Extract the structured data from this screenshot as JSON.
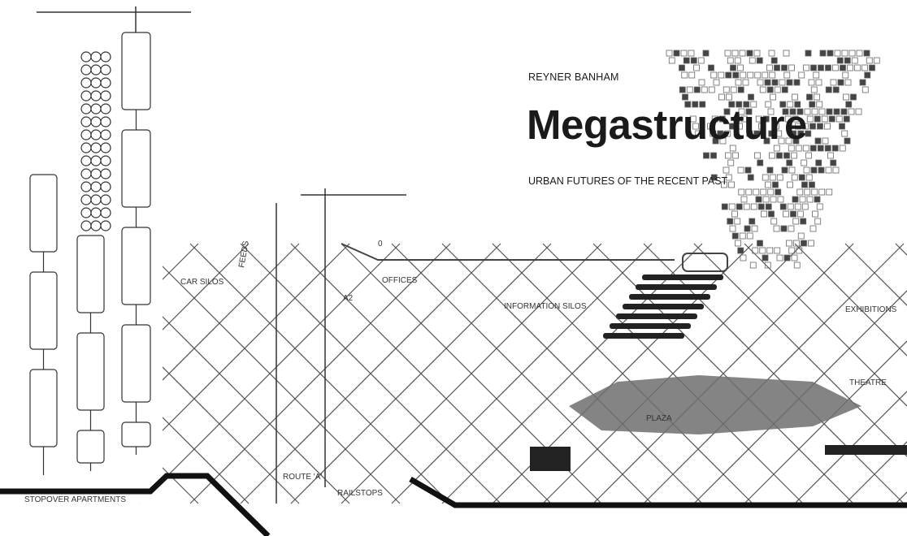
{
  "cover": {
    "author": "REYNER BANHAM",
    "title": "Megastructure",
    "subtitle": "URBAN FUTURES OF THE RECENT PAST"
  },
  "drawing_labels": {
    "stopover": "STOPOVER APARTMENTS",
    "route": "ROUTE 'A'",
    "railstops": "RAILSTOPS",
    "car_silos": "CAR SILOS",
    "feeds": "FEEDS",
    "offices": "OFFICES",
    "information_silos": "INFORMATION SILOS",
    "a2": "A2",
    "zero": "0",
    "plaza": "PLAZA",
    "exhibitions": "EXHIBITIONS",
    "theatre": "THEATRE"
  },
  "colors": {
    "ink": "#1a1a1a",
    "paper": "#ffffff",
    "plaza_tone": "#6e6e6e"
  }
}
